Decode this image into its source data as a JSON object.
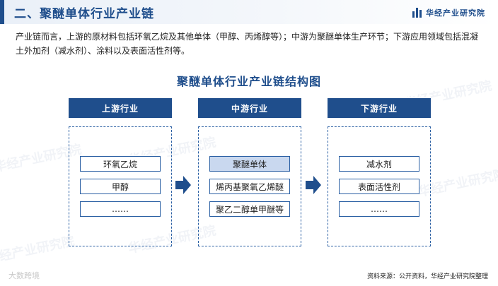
{
  "header": {
    "title": "二、聚醚单体行业产业链",
    "brand": "华经产业研究院"
  },
  "intro": "产业链而言，上游的原材料包括环氧乙烷及其他单体（甲醇、丙烯醇等）；中游为聚醚单体生产环节；下游应用领域包括混凝土外加剂（减水剂）、涂料以及表面活性剂等。",
  "diagram": {
    "title": "聚醚单体行业产业链结构图",
    "stages": [
      {
        "label": "上游行业",
        "items": [
          "环氧乙烷",
          "甲醇",
          "……"
        ]
      },
      {
        "label": "中游行业",
        "items": [
          "聚醚单体",
          "烯丙基聚氧乙烯醚",
          "聚乙二醇单甲醚等"
        ]
      },
      {
        "label": "下游行业",
        "items": [
          "减水剂",
          "表面活性剂",
          "……"
        ]
      }
    ]
  },
  "watermark_text": "华经产业研究院",
  "source": "资料来源：公开资料，华经产业研究院整理",
  "bottom_mark": "大数跨境",
  "colors": {
    "primary": "#1f4e8c",
    "highlight": "#c9d8ef"
  }
}
